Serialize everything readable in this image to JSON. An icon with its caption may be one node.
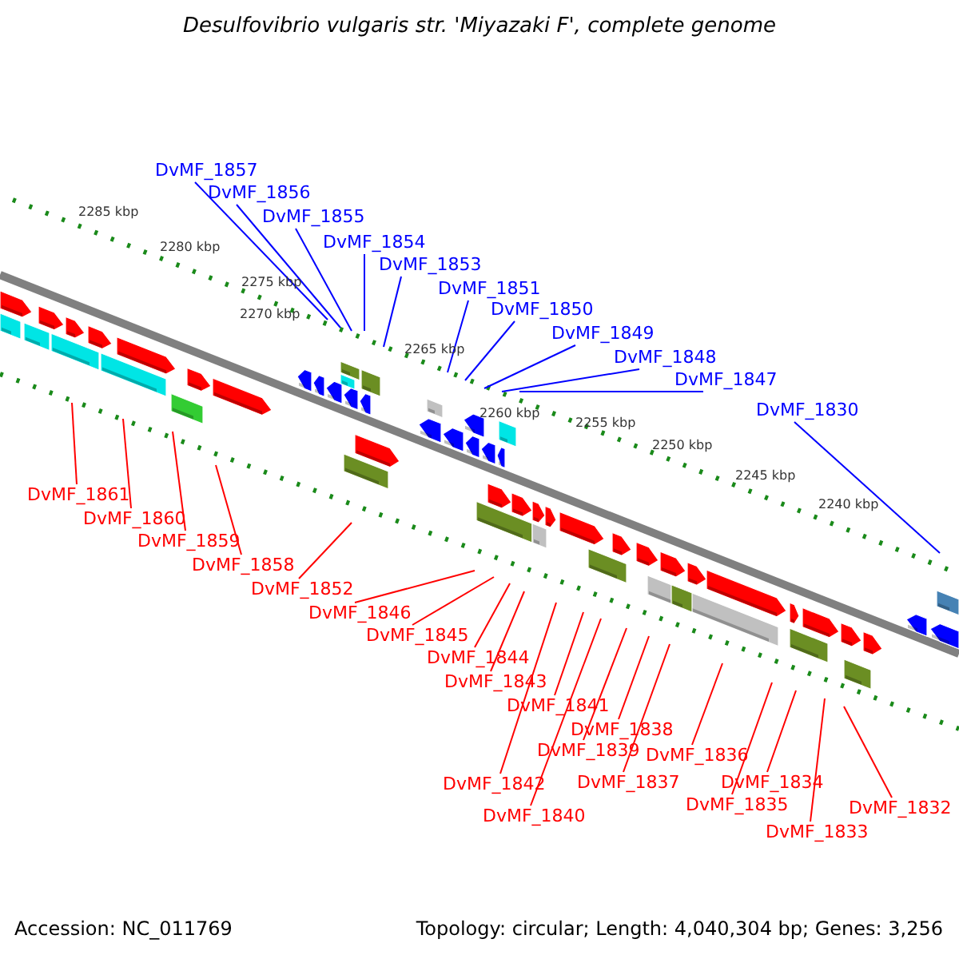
{
  "diagram": {
    "title": "Desulfovibrio vulgaris str. 'Miyazaki F', complete genome",
    "nodes": [
      {
        "text": [
          "DvMF_1857"
        ]
      },
      {
        "text": [
          "DvMF_1856"
        ]
      },
      {
        "text": [
          "DvMF_1855"
        ]
      },
      {
        "text": [
          "DvMF_1854"
        ]
      },
      {
        "text": [
          "DvMF_1853"
        ]
      },
      {
        "text": [
          "DvMF_1851"
        ]
      },
      {
        "text": [
          "DvMF_1850"
        ]
      },
      {
        "text": [
          "DvMF_1849"
        ]
      },
      {
        "text": [
          "DvMF_1848"
        ]
      },
      {
        "text": [
          "DvMF_1847"
        ]
      },
      {
        "text": [
          "DvMF_1830"
        ]
      },
      {
        "text": [
          "DvMF_1861"
        ]
      },
      {
        "text": [
          "DvMF_1860"
        ]
      },
      {
        "text": [
          "DvMF_1859"
        ]
      },
      {
        "text": [
          "DvMF_1858"
        ]
      },
      {
        "text": [
          "DvMF_1852"
        ]
      },
      {
        "text": [
          "DvMF_1846"
        ]
      },
      {
        "text": [
          "DvMF_1845"
        ]
      },
      {
        "text": [
          "DvMF_1844"
        ]
      },
      {
        "text": [
          "DvMF_1843"
        ]
      },
      {
        "text": [
          "DvMF_1841"
        ]
      },
      {
        "text": [
          "DvMF_1838"
        ]
      },
      {
        "text": [
          "DvMF_1839"
        ]
      },
      {
        "text": [
          "DvMF_1836"
        ]
      },
      {
        "text": [
          "DvMF_1837"
        ]
      },
      {
        "text": [
          "DvMF_1842"
        ]
      },
      {
        "text": [
          "DvMF_1834"
        ]
      },
      {
        "text": [
          "DvMF_1835"
        ]
      },
      {
        "text": [
          "DvMF_1840"
        ]
      },
      {
        "text": [
          "DvMF_1832"
        ]
      },
      {
        "text": [
          "DvMF_1833"
        ]
      }
    ],
    "edges": [
      {
        "from": 0,
        "to": null,
        "arrow": "none",
        "color": "#0000ff"
      },
      {
        "from": 1,
        "to": null,
        "arrow": "none",
        "color": "#0000ff"
      },
      {
        "from": 2,
        "to": null,
        "arrow": "none",
        "color": "#0000ff"
      },
      {
        "from": 3,
        "to": null,
        "arrow": "none",
        "color": "#0000ff"
      },
      {
        "from": 4,
        "to": null,
        "arrow": "none",
        "color": "#0000ff"
      },
      {
        "from": 5,
        "to": null,
        "arrow": "none",
        "color": "#0000ff"
      },
      {
        "from": 6,
        "to": null,
        "arrow": "none",
        "color": "#0000ff"
      },
      {
        "from": 7,
        "to": null,
        "arrow": "none",
        "color": "#0000ff"
      },
      {
        "from": 8,
        "to": null,
        "arrow": "none",
        "color": "#0000ff"
      },
      {
        "from": 9,
        "to": null,
        "arrow": "none",
        "color": "#0000ff"
      },
      {
        "from": 10,
        "to": null,
        "arrow": "none",
        "color": "#0000ff"
      },
      {
        "from": 11,
        "to": null,
        "arrow": "none"
      },
      {
        "from": 12,
        "to": null,
        "arrow": "none"
      },
      {
        "from": 13,
        "to": null,
        "arrow": "none"
      },
      {
        "from": 14,
        "to": null,
        "arrow": "none"
      },
      {
        "from": 15,
        "to": null,
        "arrow": "none"
      },
      {
        "from": 16,
        "to": null,
        "arrow": "none"
      },
      {
        "from": 17,
        "to": null,
        "arrow": "none"
      },
      {
        "from": 18,
        "to": null,
        "arrow": "none"
      },
      {
        "from": 19,
        "to": null,
        "arrow": "none"
      },
      {
        "from": 20,
        "to": null,
        "arrow": "none"
      },
      {
        "from": 21,
        "to": null,
        "arrow": "none"
      },
      {
        "from": 22,
        "to": null,
        "arrow": "none"
      },
      {
        "from": 23,
        "to": null,
        "arrow": "none"
      },
      {
        "from": 24,
        "to": null,
        "arrow": "none"
      },
      {
        "from": 25,
        "to": null,
        "arrow": "none"
      },
      {
        "from": 26,
        "to": null,
        "arrow": "none"
      },
      {
        "from": 27,
        "to": null,
        "arrow": "none"
      },
      {
        "from": 28,
        "to": null,
        "arrow": "none"
      },
      {
        "from": 29,
        "to": null,
        "arrow": "none"
      },
      {
        "from": 30,
        "to": null,
        "arrow": "none"
      }
    ],
    "labels": [
      "2285 kbp",
      "2280 kbp",
      "2275 kbp",
      "2270 kbp",
      "2265 kbp",
      "2260 kbp",
      "2255 kbp",
      "2250 kbp",
      "2245 kbp",
      "2240 kbp",
      "Accession: NC_011769",
      "Topology: circular; Length: 4,040,304 bp; Genes: 3,256"
    ]
  }
}
